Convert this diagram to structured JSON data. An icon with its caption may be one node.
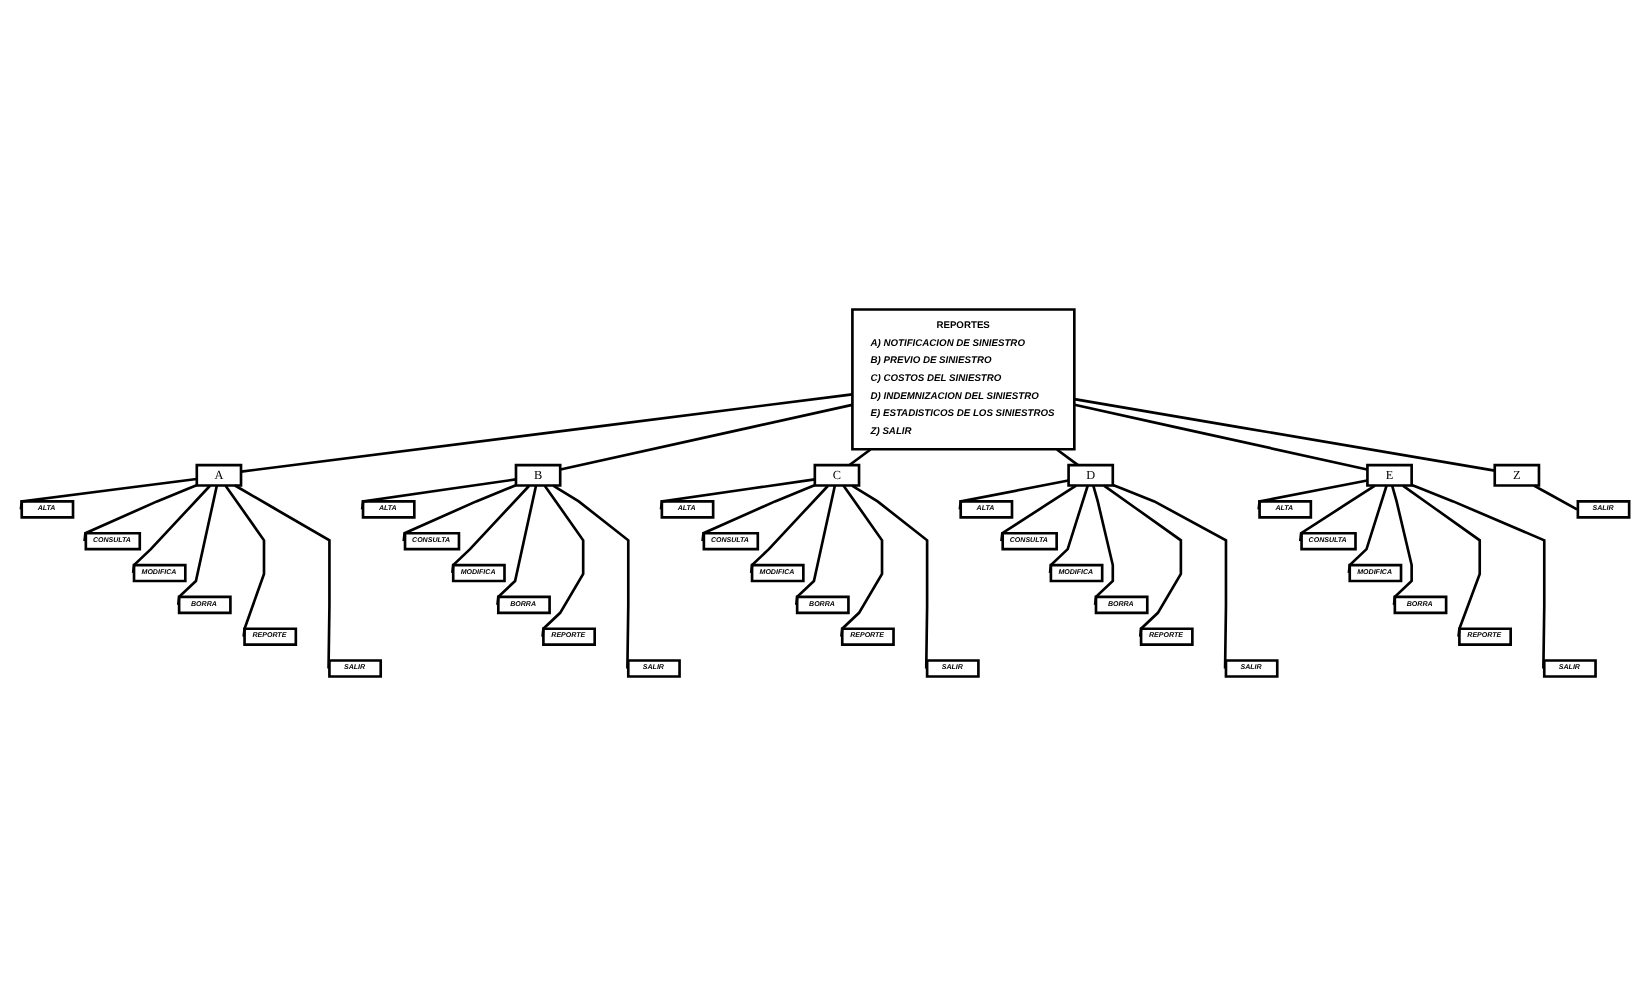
{
  "diagram": {
    "nodes": [
      {
        "text": [
          "REPORTES",
          "A) NOTIFICACION DE SINIESTRO",
          "B) PREVIO DE SINIESTRO",
          "C) COSTOS DEL SINIESTRO",
          "D) INDEMNIZACION DEL SINIESTRO",
          "E) ESTADISTICOS DE LOS SINIESTROS",
          "Z) SALIR"
        ]
      },
      {
        "text": [
          "A"
        ]
      },
      {
        "text": [
          "B"
        ]
      },
      {
        "text": [
          "C"
        ]
      },
      {
        "text": [
          "D"
        ]
      },
      {
        "text": [
          "E"
        ]
      },
      {
        "text": [
          "Z"
        ]
      },
      {
        "text": [
          "ALTA"
        ]
      },
      {
        "text": [
          "CONSULTA"
        ]
      },
      {
        "text": [
          "MODIFICA"
        ]
      },
      {
        "text": [
          "BORRA"
        ]
      },
      {
        "text": [
          "REPORTE"
        ]
      },
      {
        "text": [
          "SALIR"
        ]
      },
      {
        "text": [
          "ALTA"
        ]
      },
      {
        "text": [
          "CONSULTA"
        ]
      },
      {
        "text": [
          "MODIFICA"
        ]
      },
      {
        "text": [
          "BORRA"
        ]
      },
      {
        "text": [
          "REPORTE"
        ]
      },
      {
        "text": [
          "SALIR"
        ]
      },
      {
        "text": [
          "ALTA"
        ]
      },
      {
        "text": [
          "CONSULTA"
        ]
      },
      {
        "text": [
          "MODIFICA"
        ]
      },
      {
        "text": [
          "BORRA"
        ]
      },
      {
        "text": [
          "REPORTE"
        ]
      },
      {
        "text": [
          "SALIR"
        ]
      },
      {
        "text": [
          "ALTA"
        ]
      },
      {
        "text": [
          "CONSULTA"
        ]
      },
      {
        "text": [
          "MODIFICA"
        ]
      },
      {
        "text": [
          "BORRA"
        ]
      },
      {
        "text": [
          "REPORTE"
        ]
      },
      {
        "text": [
          "SALIR"
        ]
      },
      {
        "text": [
          "ALTA"
        ]
      },
      {
        "text": [
          "CONSULTA"
        ]
      },
      {
        "text": [
          "MODIFICA"
        ]
      },
      {
        "text": [
          "BORRA"
        ]
      },
      {
        "text": [
          "REPORTE"
        ]
      },
      {
        "text": [
          "SALIR"
        ]
      },
      {
        "text": [
          "SALIR"
        ]
      }
    ],
    "edges": [
      {
        "from": 0,
        "to": 1,
        "arrow": "none"
      },
      {
        "from": 0,
        "to": 2,
        "arrow": "none"
      },
      {
        "from": 0,
        "to": 3,
        "arrow": "none"
      },
      {
        "from": 0,
        "to": 4,
        "arrow": "none"
      },
      {
        "from": 0,
        "to": 5,
        "arrow": "none"
      },
      {
        "from": 0,
        "to": 6,
        "arrow": "none"
      },
      {
        "from": 1,
        "to": 7,
        "arrow": "none"
      },
      {
        "from": 1,
        "to": 8,
        "arrow": "none"
      },
      {
        "from": 1,
        "to": 9,
        "arrow": "none"
      },
      {
        "from": 1,
        "to": 10,
        "arrow": "none"
      },
      {
        "from": 1,
        "to": 11,
        "arrow": "none"
      },
      {
        "from": 1,
        "to": 12,
        "arrow": "none"
      },
      {
        "from": 2,
        "to": 13,
        "arrow": "none"
      },
      {
        "from": 2,
        "to": 14,
        "arrow": "none"
      },
      {
        "from": 2,
        "to": 15,
        "arrow": "none"
      },
      {
        "from": 2,
        "to": 16,
        "arrow": "none"
      },
      {
        "from": 2,
        "to": 17,
        "arrow": "none"
      },
      {
        "from": 2,
        "to": 18,
        "arrow": "none"
      },
      {
        "from": 3,
        "to": 19,
        "arrow": "none"
      },
      {
        "from": 3,
        "to": 20,
        "arrow": "none"
      },
      {
        "from": 3,
        "to": 21,
        "arrow": "none"
      },
      {
        "from": 3,
        "to": 22,
        "arrow": "none"
      },
      {
        "from": 3,
        "to": 23,
        "arrow": "none"
      },
      {
        "from": 3,
        "to": 24,
        "arrow": "none"
      },
      {
        "from": 4,
        "to": 25,
        "arrow": "none"
      },
      {
        "from": 4,
        "to": 26,
        "arrow": "none"
      },
      {
        "from": 4,
        "to": 27,
        "arrow": "none"
      },
      {
        "from": 4,
        "to": 28,
        "arrow": "none"
      },
      {
        "from": 4,
        "to": 29,
        "arrow": "none"
      },
      {
        "from": 4,
        "to": 30,
        "arrow": "none"
      },
      {
        "from": 5,
        "to": 31,
        "arrow": "none"
      },
      {
        "from": 5,
        "to": 32,
        "arrow": "none"
      },
      {
        "from": 5,
        "to": 33,
        "arrow": "none"
      },
      {
        "from": 5,
        "to": 34,
        "arrow": "none"
      },
      {
        "from": 5,
        "to": 35,
        "arrow": "none"
      },
      {
        "from": 5,
        "to": 36,
        "arrow": "none"
      },
      {
        "from": 6,
        "to": 37,
        "arrow": "none"
      }
    ]
  }
}
